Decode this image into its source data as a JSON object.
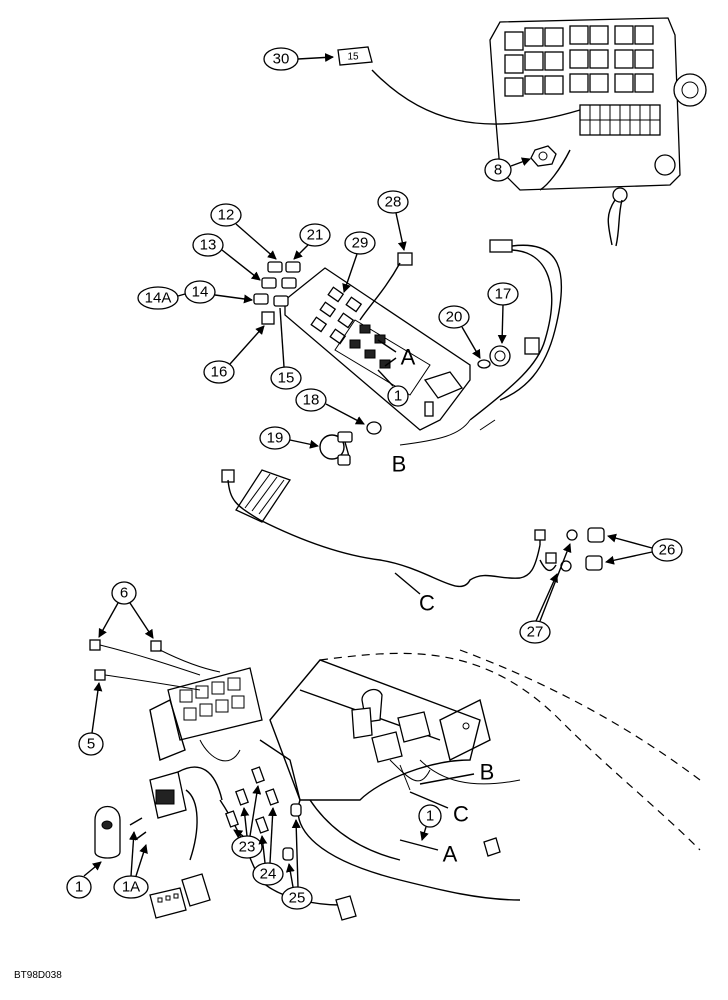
{
  "callouts": {
    "c30": "30",
    "c8": "8",
    "c12": "12",
    "c21": "21",
    "c28": "28",
    "c13": "13",
    "c29": "29",
    "c14": "14",
    "c14a": "14A",
    "c17": "17",
    "c20": "20",
    "c16": "16",
    "c15": "15",
    "c1_mid": "1",
    "c18": "18",
    "c19": "19",
    "c26": "26",
    "c27": "27",
    "c6": "6",
    "c5": "5",
    "c1_low": "1",
    "c1_bl": "1",
    "c1a": "1A",
    "c23": "23",
    "c24": "24",
    "c25": "25"
  },
  "letters": {
    "a_upper": "A",
    "b_upper": "B",
    "c_mid": "C",
    "b_lower": "B",
    "c_lower": "C",
    "a_lower": "A"
  },
  "relay_label": "15",
  "figure_code": "BT98D038"
}
